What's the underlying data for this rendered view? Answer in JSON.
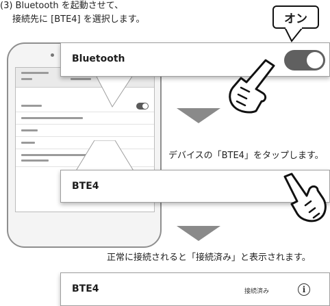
{
  "instruction": {
    "line1": "(3) Bluetooth を起動させて、",
    "line2": "接続先に [BTE4] を選択します。"
  },
  "badge": {
    "label": "オン"
  },
  "zoom_bluetooth": {
    "label": "Bluetooth",
    "toggle_state": "on"
  },
  "tap_caption": "デバイスの「BTE4」をタップします。",
  "device_bar": {
    "label": "BTE4"
  },
  "connected_caption": "正常に接続されると「接続済み」と表示されます。",
  "connected_bar": {
    "label": "BTE4",
    "status": "接続済み",
    "info_glyph": "i"
  },
  "icons": {
    "hand_pointer": "hand-pointer-icon",
    "info": "info-icon",
    "down_arrow": "down-triangle-arrow-icon"
  },
  "colors": {
    "toggle_on": "#606060",
    "arrow": "#8a8a8a",
    "border": "#111111"
  }
}
